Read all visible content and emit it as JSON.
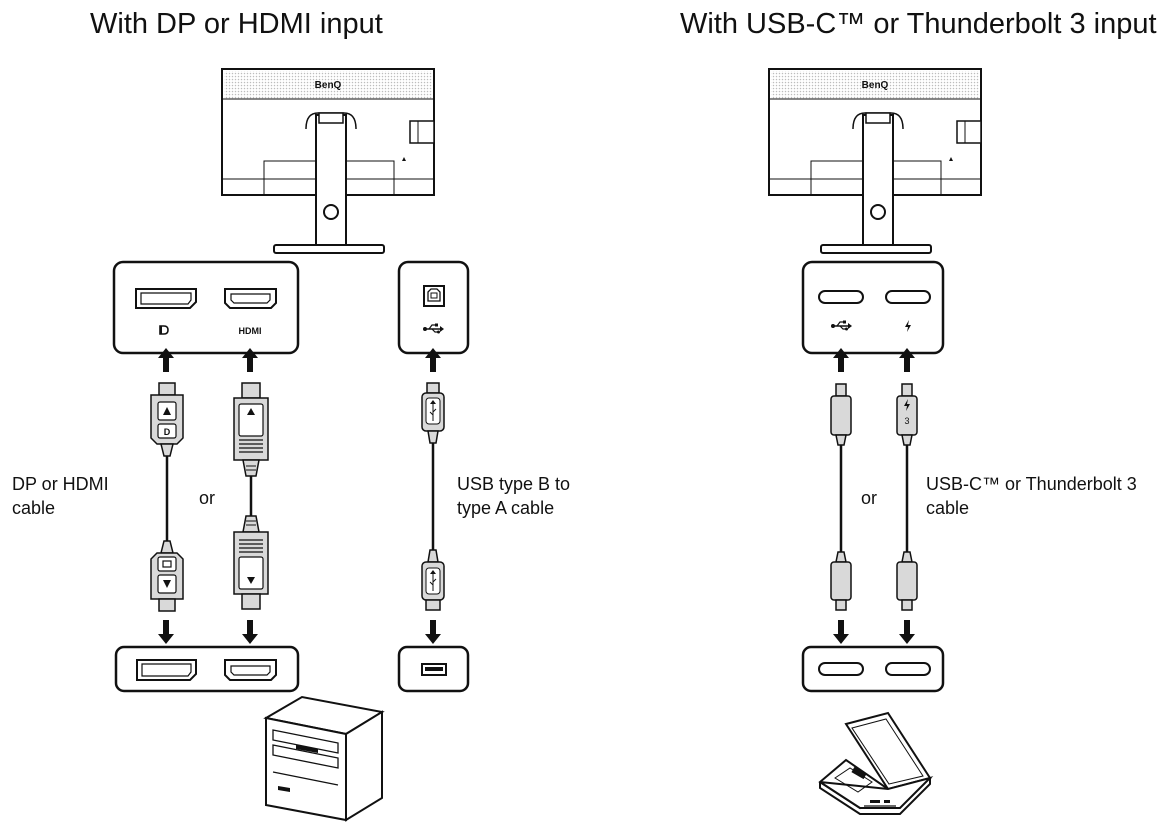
{
  "titles": {
    "left": "With DP or HDMI input",
    "right": "With USB-C™ or Thunderbolt 3 input"
  },
  "labels": {
    "dp_hdmi_cable_line1": "DP or HDMI",
    "dp_hdmi_cable_line2": "cable",
    "or_left": "or",
    "usb_b_a_line1": "USB type B to",
    "usb_b_a_line2": "type A cable",
    "or_right": "or",
    "usbc_tb_line1": "USB-C™ or Thunderbolt 3",
    "usbc_tb_line2": "cable"
  },
  "monitor": {
    "brand": "BenQ"
  },
  "port_labels": {
    "hdmi": "HDMI",
    "dp_plug": "D",
    "tb_number": "3"
  },
  "icons": [
    "displayport-icon",
    "hdmi-icon",
    "usb-icon",
    "thunderbolt-icon",
    "up-arrow-icon",
    "down-arrow-icon",
    "desktop-pc-icon",
    "laptop-icon",
    "monitor-icon"
  ],
  "colors": {
    "line": "#111111",
    "plug_fill": "#d9d9d9",
    "screen_dots": "#bdbdbd"
  }
}
